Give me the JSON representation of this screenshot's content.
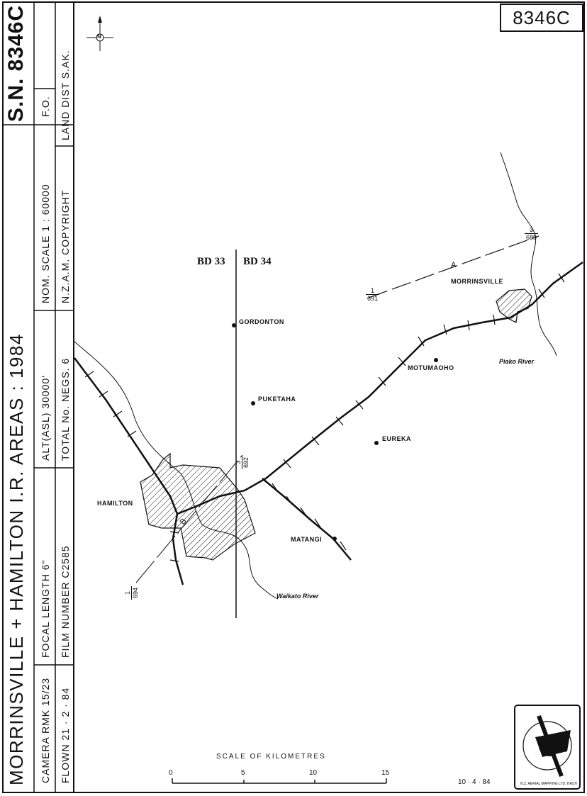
{
  "title_block": {
    "title": "MORRINSVILLE + HAMILTON I.R. AREAS : 1984",
    "sortie": "S.N. 8346C",
    "camera": "CAMERA RMK 15/23",
    "flown": "FLOWN 21 · 2 · 84",
    "focal_length": "FOCAL LENGTH 6\"",
    "film_number": "FILM NUMBER C2585",
    "altitude": "ALT(ASL) 30000'",
    "total_negs": "TOTAL No. NEGS. 6",
    "nom_scale": "NOM. SCALE 1 : 60000",
    "copyright": "N.Z.A.M. COPYRIGHT",
    "fo": "F.O.",
    "land_dist": "LAND DIST S.AK."
  },
  "sheet_number": "8346C",
  "north_arrow": "N",
  "strips": {
    "left": "BD 33",
    "right": "BD 34"
  },
  "places": {
    "gordonton": "GORDONTON",
    "puketaha": "PUKETAHA",
    "eureka": "EUREKA",
    "motumaoho": "MOTUMAOHO",
    "morrinsville": "MORRINSVILLE",
    "hamilton": "HAMILTON",
    "matangi": "MATANGI"
  },
  "rivers": {
    "piako": "Piako River",
    "waikato": "Waikato River"
  },
  "flight_lines": {
    "a": {
      "label": "A",
      "start": {
        "top": "1",
        "bottom": "691"
      },
      "end": {
        "top": "3",
        "bottom": "689"
      }
    },
    "b": {
      "label": "B",
      "start": {
        "top": "1",
        "bottom": "694"
      },
      "end": {
        "top": "3",
        "bottom": "692"
      }
    }
  },
  "scale_bar": {
    "title": "SCALE OF KILOMETRES",
    "ticks": [
      "0",
      "5",
      "10",
      "15"
    ]
  },
  "date": "10 · 4 · 84",
  "logo_text": "N.Z. AERIAL MAPPING LTD. HASTINGS",
  "colors": {
    "ink": "#111111",
    "paper": "#ffffff"
  }
}
